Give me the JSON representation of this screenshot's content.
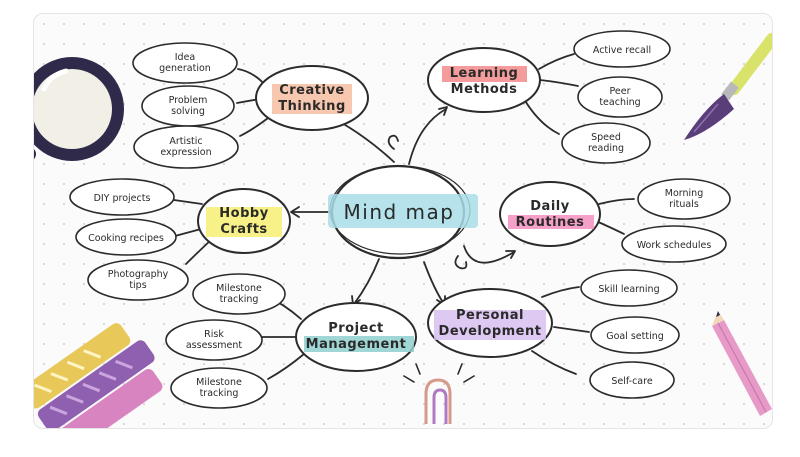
{
  "center": {
    "label": "Mind map",
    "color": "#a9dde8"
  },
  "branches": {
    "creative": {
      "label_line1": "Creative",
      "label_line2": "Thinking",
      "color": "#f6b99b",
      "leaves": [
        "Idea generation",
        "Problem solving",
        "Artistic expression"
      ]
    },
    "learning": {
      "label_line1": "Learning",
      "label_line2": "Methods",
      "color": "#f28a8a",
      "leaves": [
        "Active recall",
        "Peer teaching",
        "Speed reading"
      ]
    },
    "hobby": {
      "label_line1": "Hobby",
      "label_line2": "Crafts",
      "color": "#f7ef7a",
      "leaves": [
        "DIY projects",
        "Cooking recipes",
        "Photography tips"
      ]
    },
    "daily": {
      "label_line1": "Daily",
      "label_line2": "Routines",
      "color": "#f38fbf",
      "leaves": [
        "Morning rituals",
        "Work schedules"
      ]
    },
    "project": {
      "label_line1": "Project",
      "label_line2": "Management",
      "color": "#8fcfcf",
      "leaves": [
        "Milestone tracking",
        "Risk assessment",
        "Milestone tracking"
      ]
    },
    "personal": {
      "label_line1": "Personal",
      "label_line2": "Development",
      "color": "#d8bff0",
      "leaves": [
        "Skill learning",
        "Goal setting",
        "Self-care"
      ]
    }
  },
  "leaf_lines": {
    "idea": [
      "Idea",
      "generation"
    ],
    "problem": [
      "Problem",
      "solving"
    ],
    "artistic": [
      "Artistic",
      "expression"
    ],
    "peer": [
      "Peer",
      "teaching"
    ],
    "speed": [
      "Speed",
      "reading"
    ],
    "photo": [
      "Photography",
      "tips"
    ],
    "morning": [
      "Morning",
      "rituals"
    ],
    "milestone": [
      "Milestone",
      "tracking"
    ],
    "risk": [
      "Risk",
      "assessment"
    ]
  },
  "decor_colors": {
    "magnifier_frame": "#2f2a4a",
    "magnifier_glass": "#f1efe6",
    "brush_handle": "#d9e26a",
    "brush_bristles": "#5a3e7a",
    "pencil_body": "#e79ac8",
    "marker_purple": "#8f5fb0",
    "marker_yellow": "#e9c85a"
  }
}
